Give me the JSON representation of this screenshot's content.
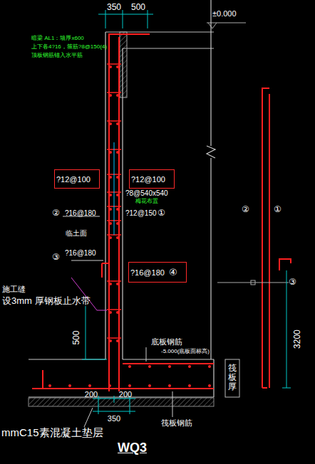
{
  "diagram": {
    "title": "WQ3",
    "nodes": [
      {
        "text": [
          "?12@100"
        ]
      },
      {
        "text": [
          "?12@100"
        ]
      },
      {
        "text": [
          "?16@180",
          "④"
        ]
      }
    ],
    "labels": [
      "350",
      "500",
      "±0.000",
      "暗梁 AL1：墙厚x600",
      "上下各4?16，箍筋?8@150(4)",
      "顶板钢筋锚入水平筋",
      "?8@540x540",
      "梅花布置",
      "②",
      "?16@180",
      "?12@150",
      "①",
      "临土面",
      "③",
      "?16@180",
      "施工缝",
      "设3mm 厚钢板止水带",
      "500",
      "底板钢筋",
      "-5.000(底板面标高)",
      "200",
      "200",
      "350",
      "筏板钢筋",
      "mmC15素混凝土垫层",
      "筏板厚",
      "②",
      "①",
      "③",
      "3200"
    ]
  }
}
